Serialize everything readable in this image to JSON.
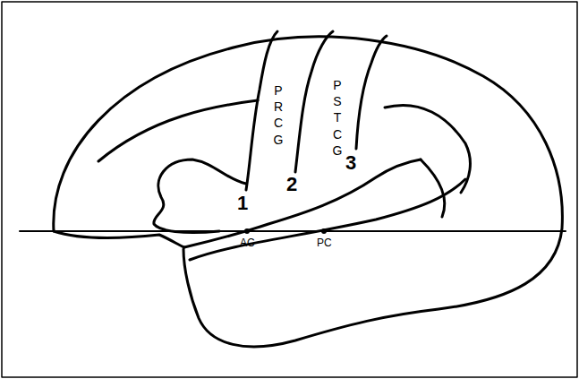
{
  "diagram": {
    "labels": [
      "PRCG",
      "PSTCG",
      "1",
      "2",
      "3",
      "AC",
      "PC"
    ]
  }
}
